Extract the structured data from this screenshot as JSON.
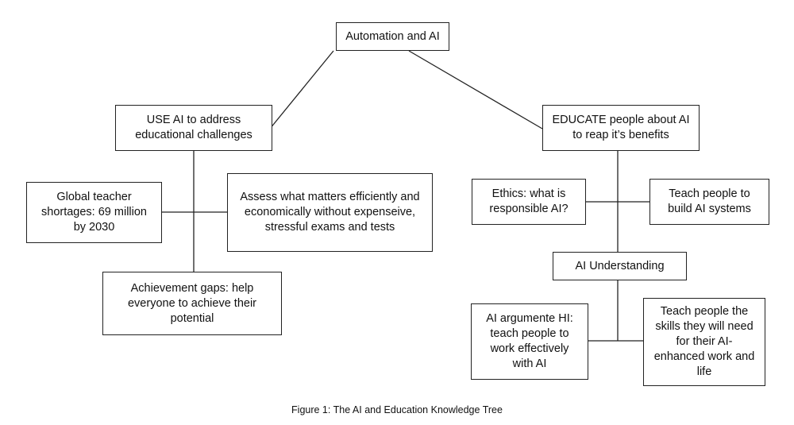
{
  "nodes": {
    "root": "Automation and AI",
    "use_ai": "USE AI to address educational challenges",
    "educate": "EDUCATE people about AI to reap it’s benefits",
    "teacher_shortage": "Global teacher shortages: 69 million by 2030",
    "assess": "Assess what matters efficiently and economically without expenseive, stressful exams and tests",
    "achievement": "Achievement gaps: help everyone to achieve their potential",
    "ethics": "Ethics: what is responsible AI?",
    "build_ai": "Teach people to build AI systems",
    "ai_understanding": "AI Understanding",
    "augment": "AI argumente HI: teach people to work effectively with AI",
    "skills": "Teach people the skills they will need for their AI-enhanced work and life"
  },
  "caption": "Figure 1: The AI and Education Knowledge Tree"
}
